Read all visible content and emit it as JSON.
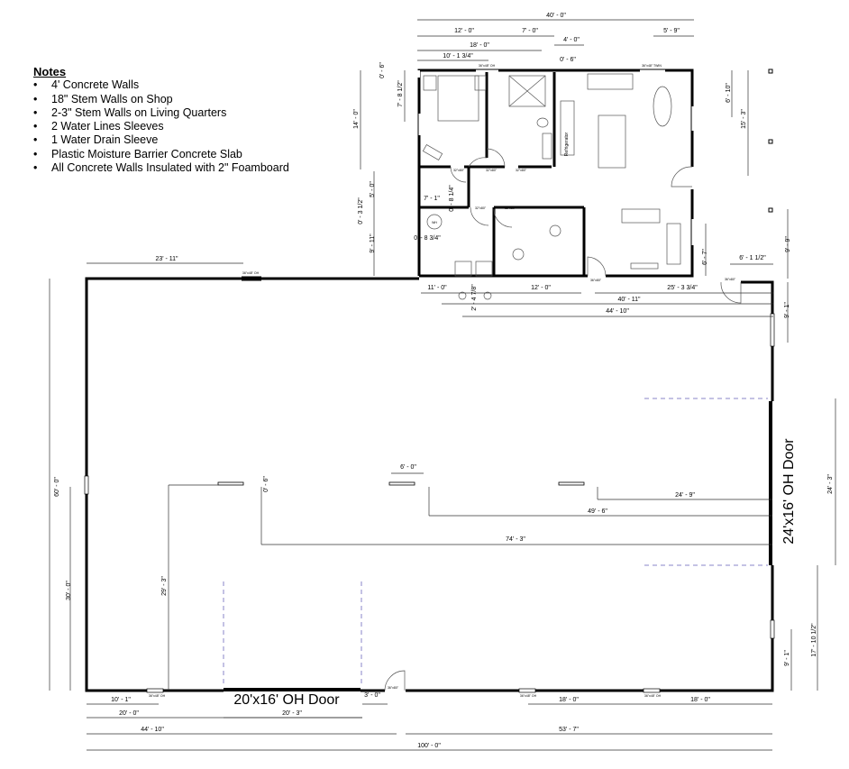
{
  "notes": {
    "title": "Notes",
    "items": [
      "4' Concrete Walls",
      "18\" Stem Walls on Shop",
      "2-3\" Stem Walls on Living Quarters",
      "2 Water Lines Sleeves",
      "1 Water Drain Sleeve",
      "Plastic Moisture Barrier Concrete Slab",
      "All Concrete Walls Insulated with 2\" Foamboard"
    ]
  },
  "doors": {
    "bottom_oh": "20'x16' OH Door",
    "right_oh": "24'x16' OH Door"
  },
  "labels": {
    "refrigerator": "Refrigerator",
    "water_heater": "WH",
    "window_oh": "36\"x48\" OH",
    "window_twin": "36\"x48\" TWIN",
    "door_36": "36\"x80\"",
    "door_32": "32\"x80\""
  },
  "dims": {
    "house_width": "40' - 0\"",
    "bed_width": "12' - 0\"",
    "bath_width": "7' - 0\"",
    "d18": "18' - 0\"",
    "d4": "4' - 0\"",
    "d10_1_3_4": "10' - 1 3/4\"",
    "d0_6_top": "0' - 6\"",
    "d5_9": "5' - 9\"",
    "d14": "14' - 0\"",
    "d7_8_1_2": "7' - 8 1/2\"",
    "d0_6_left": "0' - 6\"",
    "d6_10": "6' - 10\"",
    "d15_3": "15' - 3\"",
    "d5_0": "5' - 0\"",
    "d0_3_1_2": "0' - 3 1/2\"",
    "d9_11": "9' - 11\"",
    "d7_1": "7' - 1\"",
    "d0_8_1_4": "0' - 8 1/4\"",
    "d0_8_3_4": "0' - 8 3/4\"",
    "d6_7": "6' - 7\"",
    "d9_9": "9' - 9\"",
    "d6_1_1_2": "6' - 1 1/2\"",
    "d11_0": "11' - 0\"",
    "d12_0": "12' - 0\"",
    "d25_3_3_4": "25' - 3 3/4\"",
    "d2_4_7_8": "2' - 4 7/8\"",
    "d40_11": "40' - 11\"",
    "d44_10_top": "44' - 10\"",
    "d9_1_top": "9' - 1\"",
    "d23_11": "23' - 11\"",
    "d60_0": "60' - 0\"",
    "d30_0": "30' - 0\"",
    "d29_3": "29' - 3\"",
    "d0_6_mid": "0' - 6\"",
    "d6_0": "6' - 0\"",
    "d24_9": "24' - 9\"",
    "d49_6": "49' - 6\"",
    "d74_3": "74' - 3\"",
    "d24_3": "24' - 3\"",
    "d17_10_1_2": "17' - 10 1/2\"",
    "d9_1_bottom": "9' - 1\"",
    "d10_1": "10' - 1\"",
    "d20_0": "20' - 0\"",
    "d20_3": "20' - 3\"",
    "d3_0": "3' - 0\"",
    "d44_10_bottom": "44' - 10\"",
    "d53_7": "53' - 7\"",
    "d100_0": "100' - 0\"",
    "d18_0_a": "18' - 0\"",
    "d18_0_b": "18' - 0\""
  }
}
